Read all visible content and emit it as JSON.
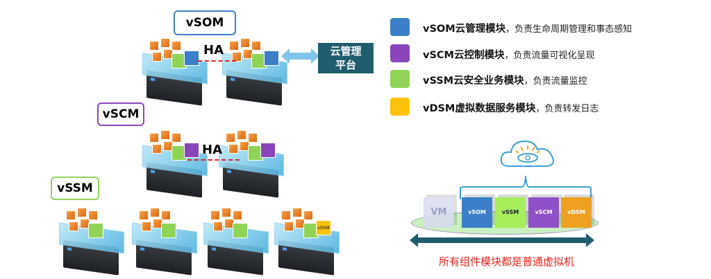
{
  "callouts": {
    "vsom": "vSOM",
    "vscm": "vSCM",
    "vssm": "vSSM"
  },
  "ha_label": "HA",
  "cloud_platform": {
    "line1": "云管理",
    "line2": "平台"
  },
  "legend": [
    {
      "name": "vSOM云管理模块",
      "desc": "，负责生命周期管理和事态感知",
      "color": "#3a7fc8"
    },
    {
      "name": "vSCM云控制模块",
      "desc": "，负责流量可视化呈现",
      "color": "#8a46b8"
    },
    {
      "name": "vSSM云安全业务模块",
      "desc": "，负责流量监控",
      "color": "#8fd457"
    },
    {
      "name": "vDSM虚拟数据服务模块",
      "desc": "，负责转发日志",
      "color": "#fdc20a"
    }
  ],
  "server_labels": {
    "vdsm": "vDSM"
  },
  "vm_cubes": [
    {
      "label": "VM",
      "color": "#d8dcf0"
    },
    {
      "label": "vSOM",
      "color": "#3a7fc8"
    },
    {
      "label": "vSSM",
      "color": "#a6ee5c"
    },
    {
      "label": "vSCM",
      "color": "#9050c8"
    },
    {
      "label": "vDSM",
      "color": "#f0a020"
    }
  ],
  "footer_text": "所有组件模块都是普通虚拟机"
}
